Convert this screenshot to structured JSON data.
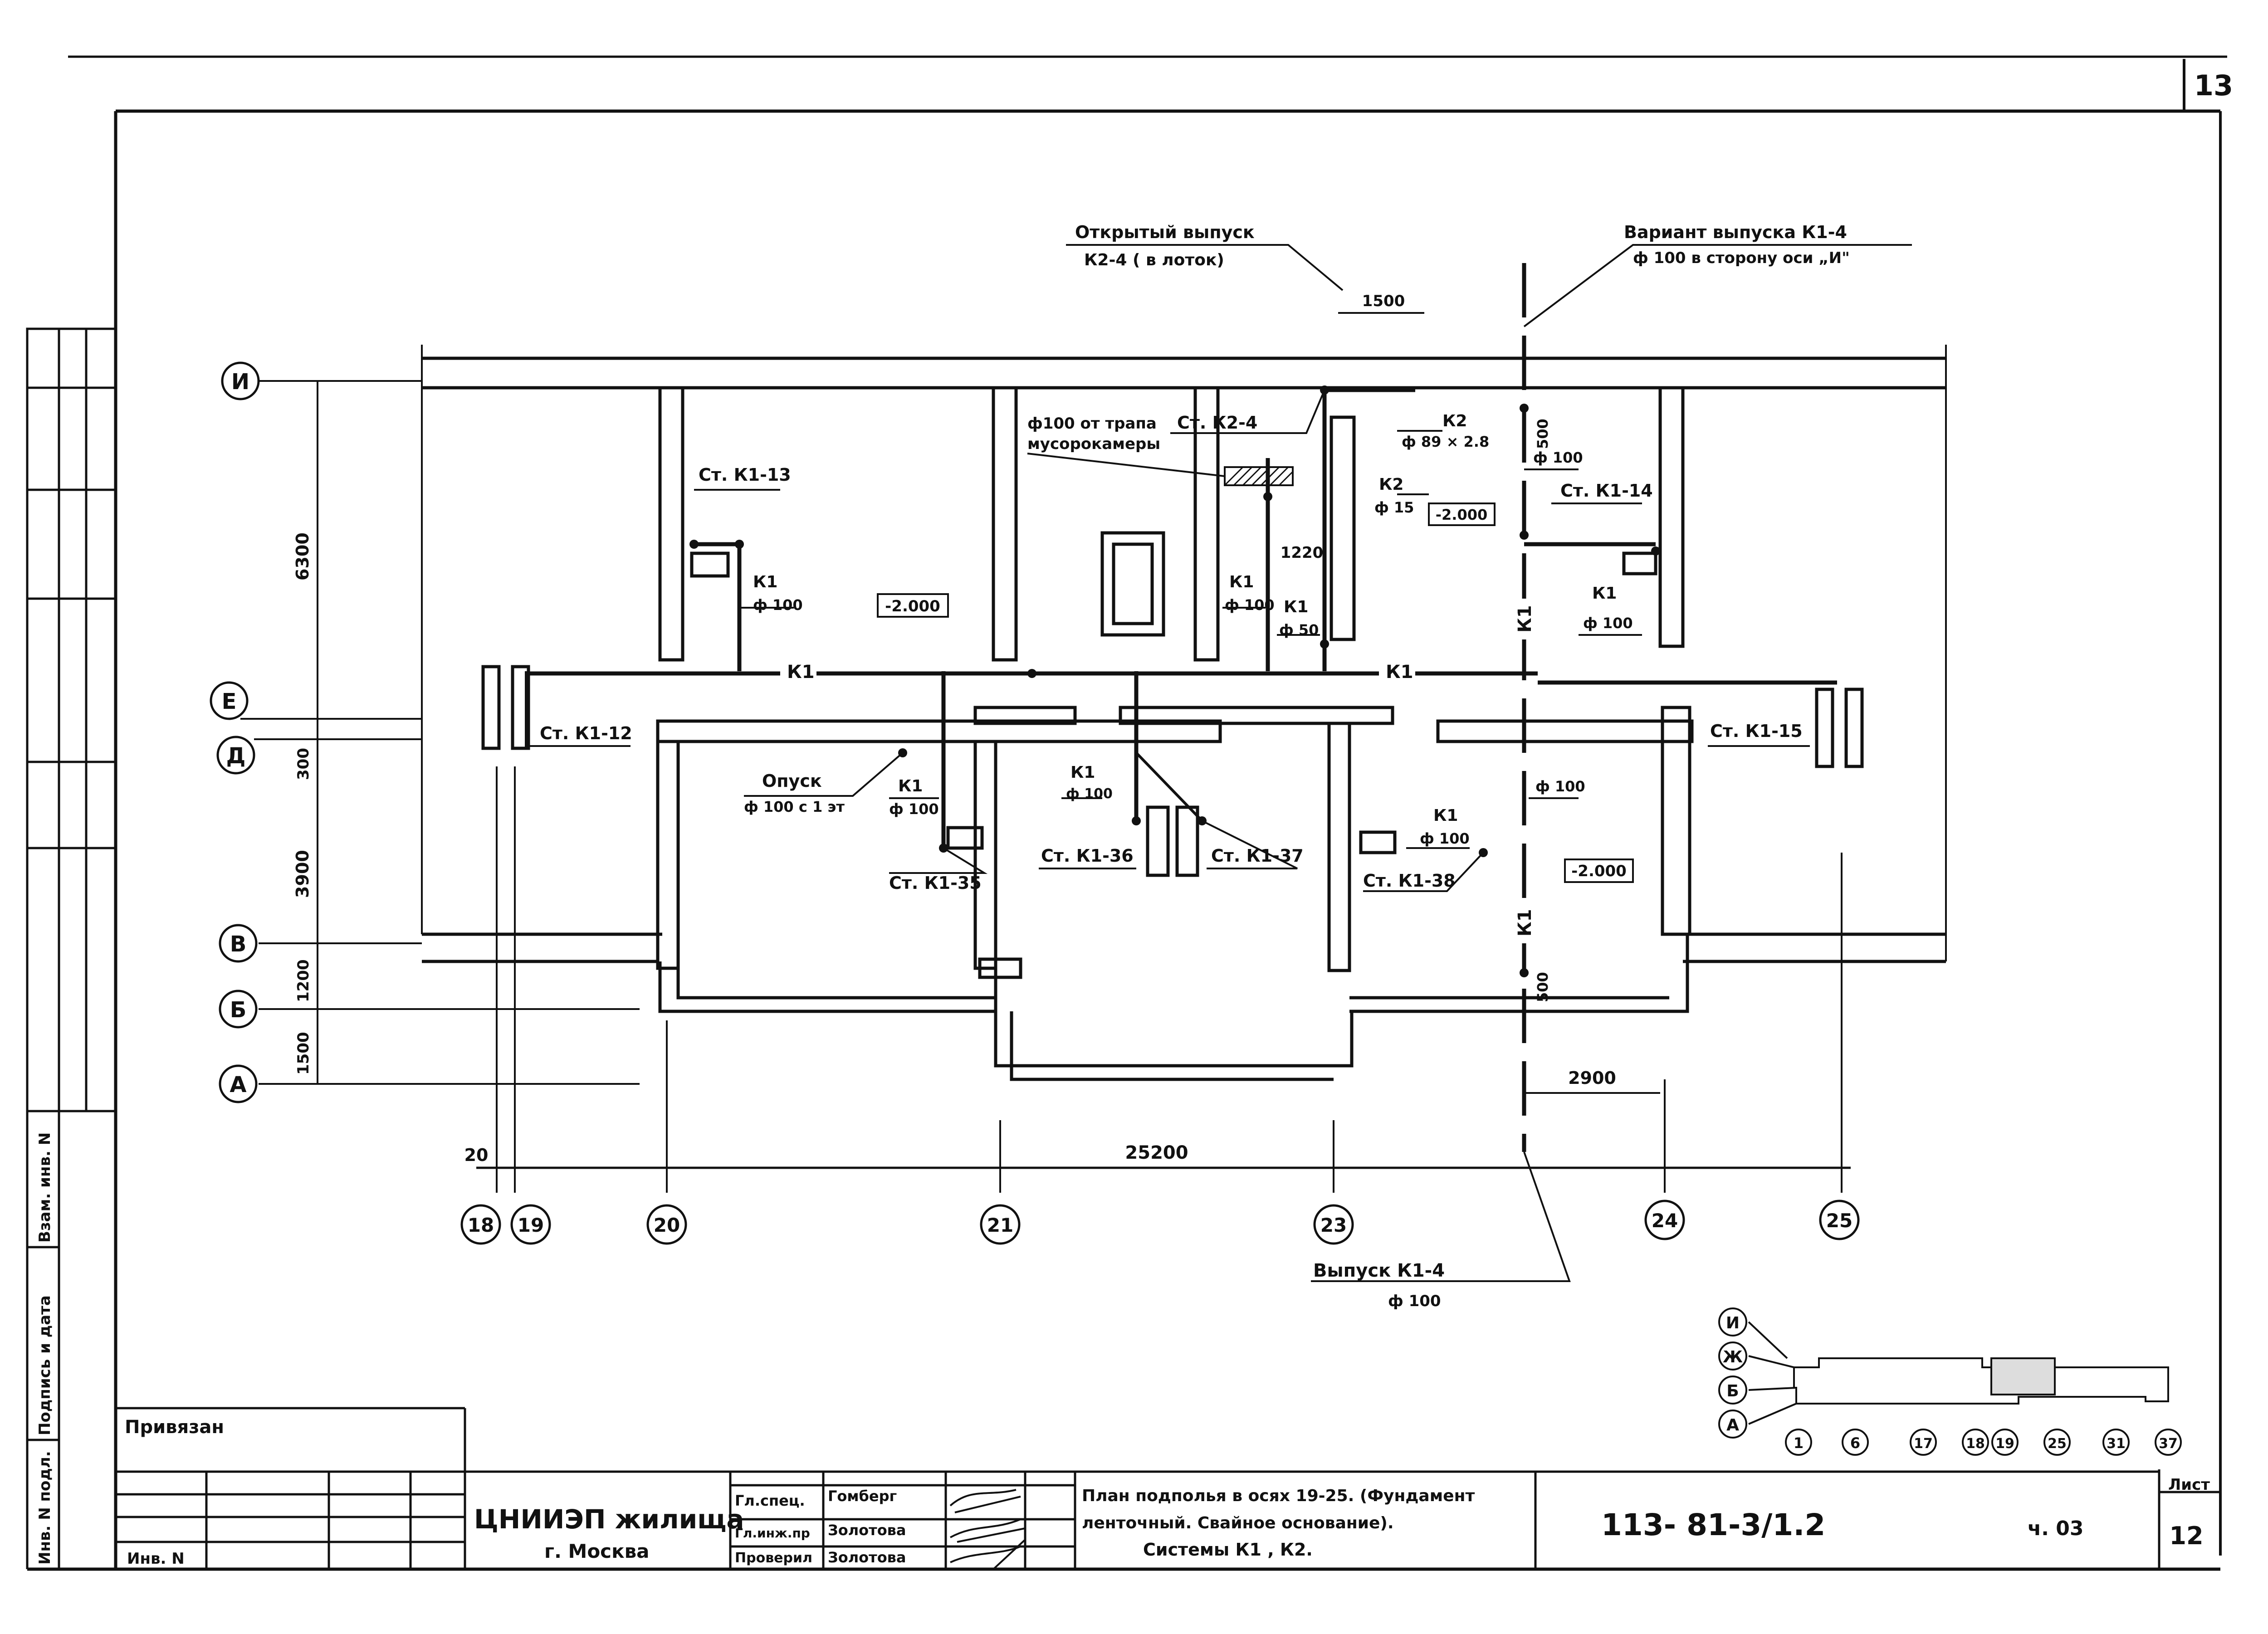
{
  "sheet_number_top": "13",
  "axes": {
    "rows": [
      "И",
      "Е",
      "Д",
      "В",
      "Б",
      "А"
    ],
    "cols": [
      "18",
      "19",
      "20",
      "21",
      "23",
      "24",
      "25"
    ]
  },
  "dims": {
    "d6300": "6300",
    "d300": "300",
    "d3900": "3900",
    "d1200": "1200",
    "d1500": "1500",
    "d1500_top": "1500",
    "d500_top": "500",
    "d500_bot": "500",
    "d1220": "1220",
    "d2900": "2900",
    "d20": "20",
    "d25200": "25200",
    "lvl1": "-2.000",
    "lvl2": "-2.000",
    "lvl3": "-2.000"
  },
  "labels": {
    "open_outlet_1": "Открытый выпуск",
    "open_outlet_2": "К2-4 ( в лоток)",
    "variant_1": "Вариант выпуска К1-4",
    "variant_2": "ф 100  в сторону оси „И\"",
    "trap_1": "ф100 от трапа",
    "trap_2": "мусорокамеры",
    "st_k2_4": "Ст. К2-4",
    "k2_a": "К2",
    "k2_a_d": "ф 89 × 2.8",
    "k2_b": "К2",
    "k2_b_d": "ф 15",
    "st_k1_13": "Ст. К1-13",
    "k1_100_a": "К1",
    "k1_100_a_d": "ф 100",
    "k1_100_b": "К1",
    "k1_100_b_d": "ф 100",
    "k1_50": "К1",
    "k1_50_d": "ф 50",
    "phi100_r": "ф 100",
    "st_k1_14": "Ст. К1-14",
    "k1_100_c": "К1",
    "k1_100_c_d": "ф 100",
    "k1_main_a": "К1",
    "k1_main_b": "К1",
    "k1_vert_a": "К1",
    "k1_vert_b": "К1",
    "st_k1_12": "Ст. К1-12",
    "st_k1_15": "Ст. К1-15",
    "opusk_1": "Опуск",
    "opusk_2": "ф 100 с 1 эт",
    "k1_100_d": "К1",
    "k1_100_d_d": "ф 100",
    "st_k1_35": "Ст. К1-35",
    "k1_100_e": "К1",
    "k1_100_e_d": "ф 100",
    "st_k1_36": "Ст. К1-36",
    "st_k1_37": "Ст. К1-37",
    "k1_100_f": "К1",
    "k1_100_f_d": "ф 100",
    "st_k1_38": "Ст. К1-38",
    "phi100_r2": "ф 100",
    "outlet_1": "Выпуск К1-4",
    "outlet_2": "ф 100"
  },
  "keyplan": {
    "rows": [
      "И",
      "Ж",
      "Б",
      "А"
    ],
    "cols": [
      "1",
      "6",
      "17",
      "18",
      "19",
      "25",
      "31",
      "37"
    ]
  },
  "side_stamp": [
    "Инв. N подл.",
    "Подпись и дата",
    "Взам. инв. N"
  ],
  "title_block": {
    "privyazan": "Привязан",
    "inv": "Инв. N",
    "org_1": "ЦНИИЭП жилища",
    "org_2": "г. Москва",
    "roles": [
      "Гл.спец.",
      "Гл.инж.пр",
      "Проверил"
    ],
    "names": [
      "Гомберг",
      "Золотова",
      "Золотова"
    ],
    "title_1": "План подполья в осях 19-25. (Фундамент",
    "title_2": "ленточный. Свайное основание).",
    "title_3": "Системы  К1 , К2.",
    "code": "113- 81-3/1.2",
    "part": "ч. 03",
    "sheet_label": "Лист",
    "sheet_num": "12"
  }
}
